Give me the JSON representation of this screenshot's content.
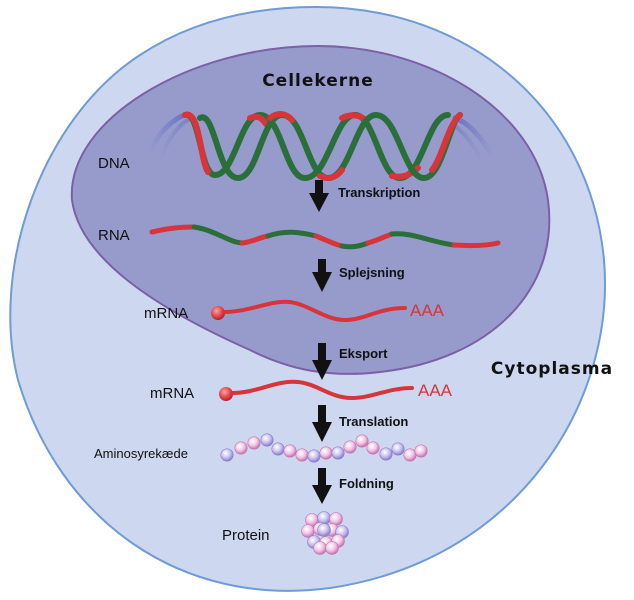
{
  "diagram": {
    "title": "Protein synthesis: from DNA to protein",
    "compartments": {
      "nucleus_label": "Cellekerne",
      "cytoplasm_label": "Cytoplasma"
    },
    "molecules": {
      "dna": "DNA",
      "rna": "RNA",
      "mrna_nucleus": "mRNA",
      "mrna_cytoplasm": "mRNA",
      "poly_a_nucleus": "AAA",
      "poly_a_cytoplasm": "AAA",
      "amino_chain": "Aminosyrekæde",
      "protein": "Protein"
    },
    "steps": [
      {
        "label": "Transkription"
      },
      {
        "label": "Splejsning"
      },
      {
        "label": "Eksport"
      },
      {
        "label": "Translation"
      },
      {
        "label": "Foldning"
      }
    ],
    "colors": {
      "cell_fill": "#cdd8f0",
      "cell_stroke": "#6f9bd6",
      "nucleus_fill": "#969bcc",
      "nucleus_stroke": "#7c5fa6",
      "strand_red": "#d8343a",
      "strand_green": "#2a6e3a",
      "dna_end_blue": "#6a72c2",
      "arrow": "#111111",
      "bead_pink": "#d889c3",
      "bead_purple": "#9d8fd8"
    }
  }
}
